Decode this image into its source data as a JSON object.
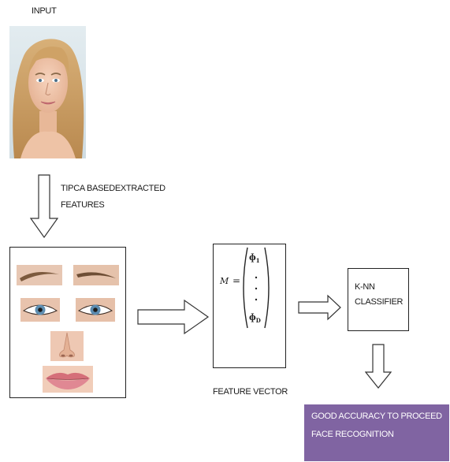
{
  "input_label": "INPUT",
  "extract_label_line1": "TIPCA BASEDEXTRACTED",
  "extract_label_line2": "FEATURES",
  "matrix": {
    "lhs": "M",
    "eq": "=",
    "top": "ɸ",
    "top_sub": "1",
    "bottom": "ɸ",
    "bottom_sub": "D"
  },
  "feature_vector_label": "FEATURE VECTOR",
  "classifier_line1": "K-NN",
  "classifier_line2": "CLASSIFIER",
  "result_line1": "GOOD ACCURACY TO PROCEED",
  "result_line2": "FACE RECOGNITION",
  "colors": {
    "result_bg": "#8064a2",
    "result_text": "#ffffff",
    "stroke": "#222222"
  }
}
